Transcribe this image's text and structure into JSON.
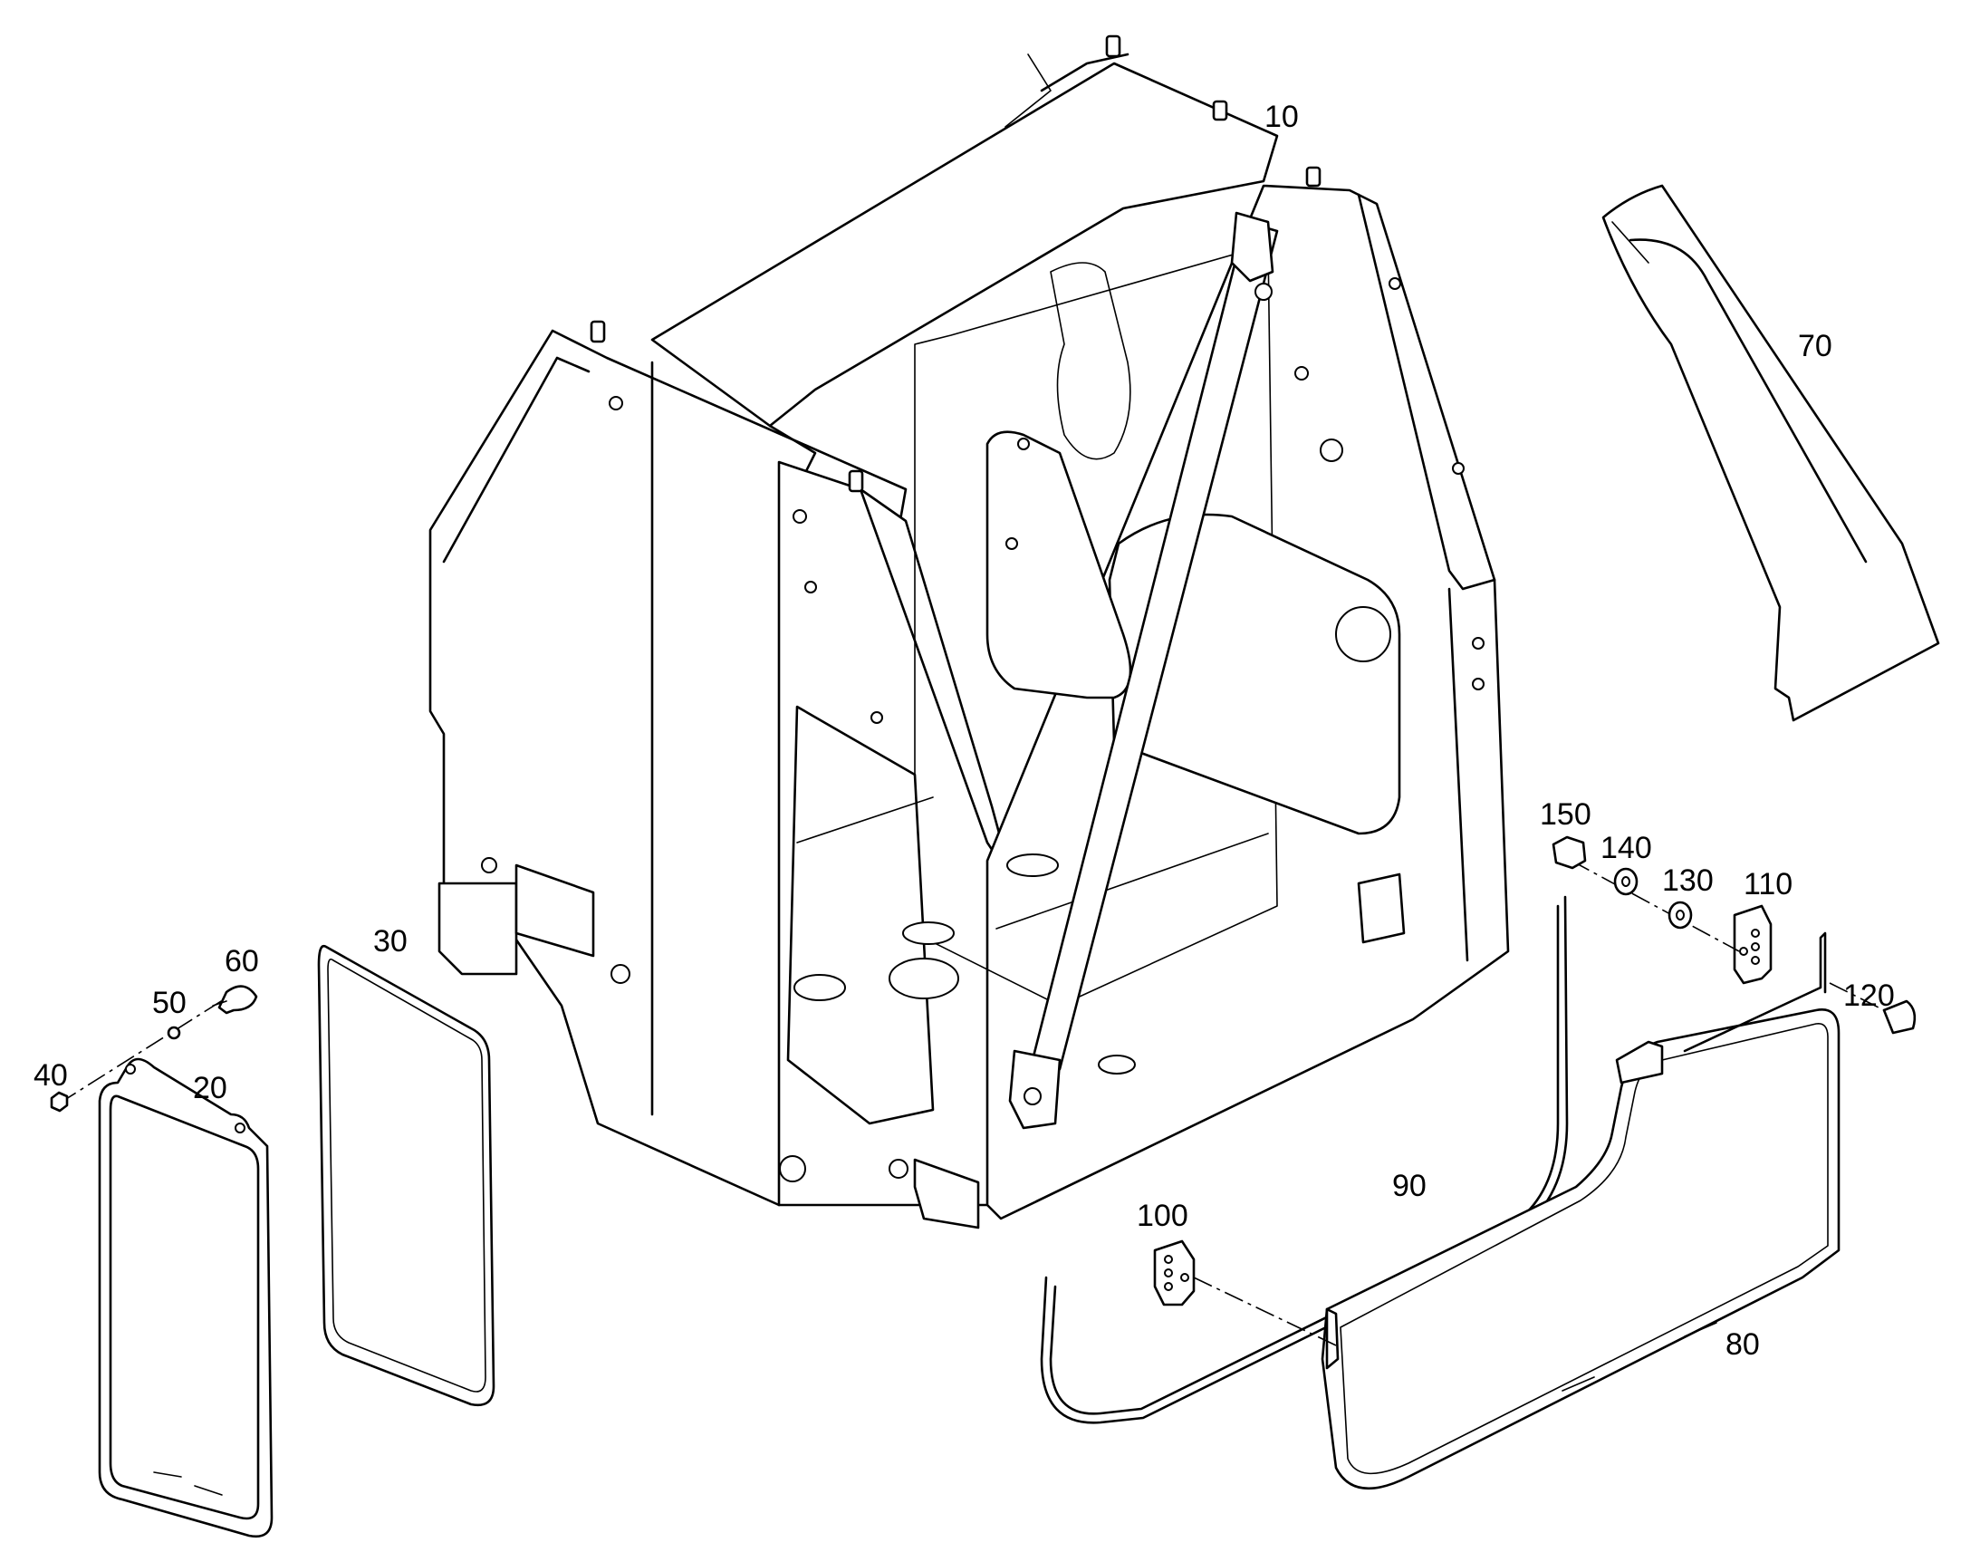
{
  "labels": {
    "p10": "10",
    "p20": "20",
    "p30": "30",
    "p40": "40",
    "p50": "50",
    "p60": "60",
    "p70": "70",
    "p80": "80",
    "p90": "90",
    "p100": "100",
    "p110": "110",
    "p120": "120",
    "p130": "130",
    "p140": "140",
    "p150": "150"
  },
  "colors": {
    "line": "#000000",
    "background": "#ffffff"
  }
}
